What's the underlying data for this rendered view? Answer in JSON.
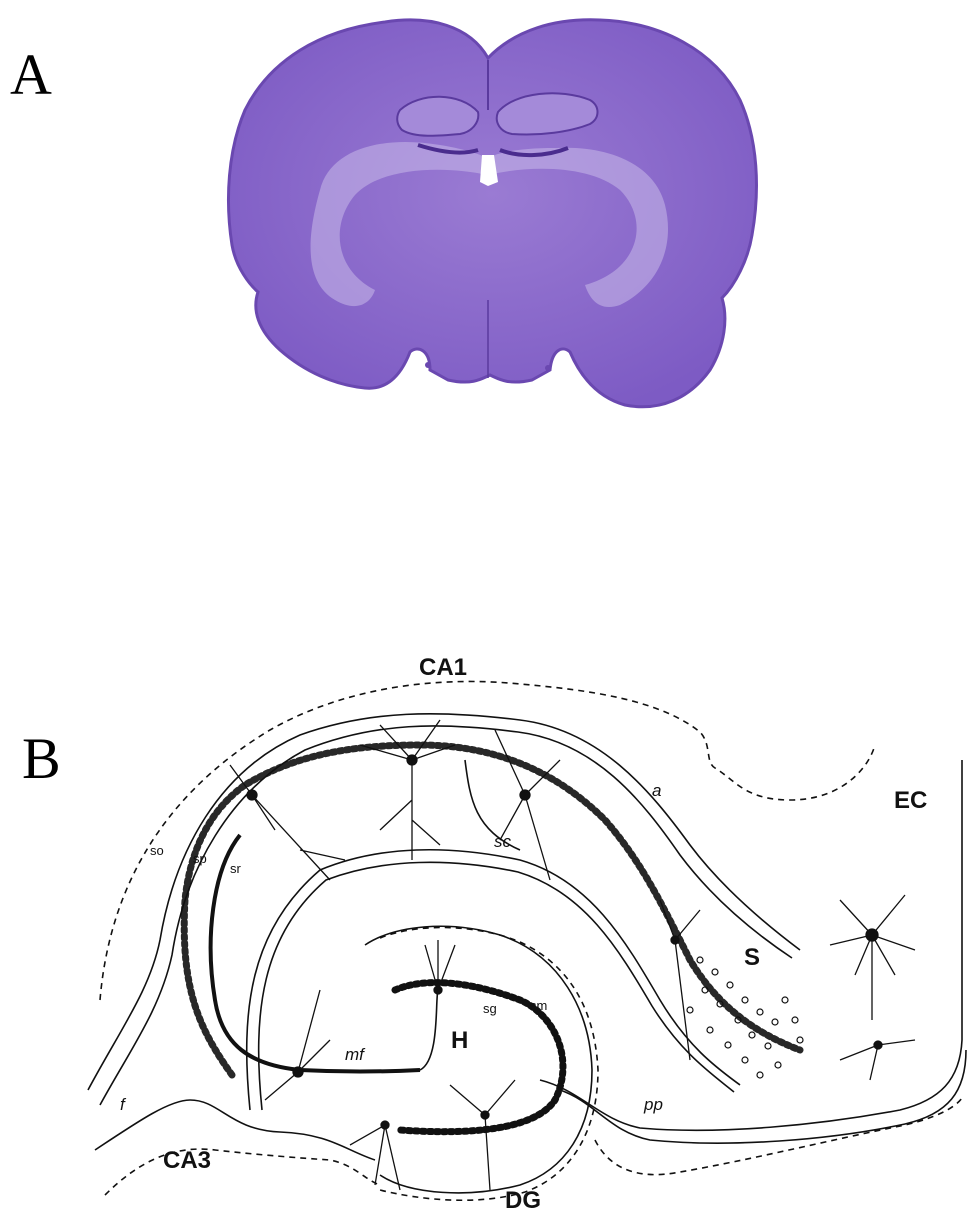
{
  "panels": {
    "a": {
      "letter": "A"
    },
    "b": {
      "letter": "B"
    }
  },
  "diagram": {
    "region_labels": {
      "ca1": "CA1",
      "ca3": "CA3",
      "dg": "DG",
      "ec": "EC",
      "s": "S",
      "h": "H"
    },
    "layer_labels": {
      "so": "so",
      "sp": "sp",
      "sr": "sr",
      "sg": "sg",
      "sm": "sm"
    },
    "pathway_labels": {
      "sc": "sc",
      "mf": "mf",
      "pp": "pp",
      "a": "a",
      "f": "f"
    }
  },
  "colors": {
    "stain_fill": "#8f6ccc",
    "stain_dark": "#6a48b0",
    "white_matter": "#c9b9ea",
    "ink": "#111111"
  }
}
